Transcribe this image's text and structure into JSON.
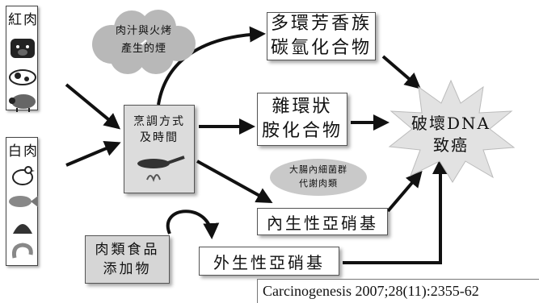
{
  "red_meat": {
    "label": "紅肉",
    "icons": [
      "pig-icon",
      "cow-icon",
      "sheep-icon"
    ]
  },
  "white_meat": {
    "label": "白肉",
    "icons": [
      "chicken-icon",
      "fish-icon",
      "shell-icon",
      "shrimp-icon"
    ]
  },
  "cloud_text": {
    "line1": "肉汁與火烤",
    "line2": "產生的煙"
  },
  "pah_box": {
    "line1": "多環芳香族",
    "line2": "碳氫化合物"
  },
  "hca_box": {
    "line1": "雜環狀",
    "line2": "胺化合物"
  },
  "cooking_box": {
    "line1": "烹調方式",
    "line2": "及時間"
  },
  "bacteria_ellipse": {
    "line1": "大腸內細菌群",
    "line2": "代謝肉類"
  },
  "endo_box": {
    "label": "內生性亞硝基"
  },
  "exo_box": {
    "label": "外生性亞硝基"
  },
  "additives_box": {
    "line1": "肉類食品",
    "line2": "添加物"
  },
  "dna_burst": {
    "line1": "破壞DNA",
    "line2": "致癌"
  },
  "citation": {
    "text": "Carcinogenesis 2007;28(11):2355-62"
  }
}
